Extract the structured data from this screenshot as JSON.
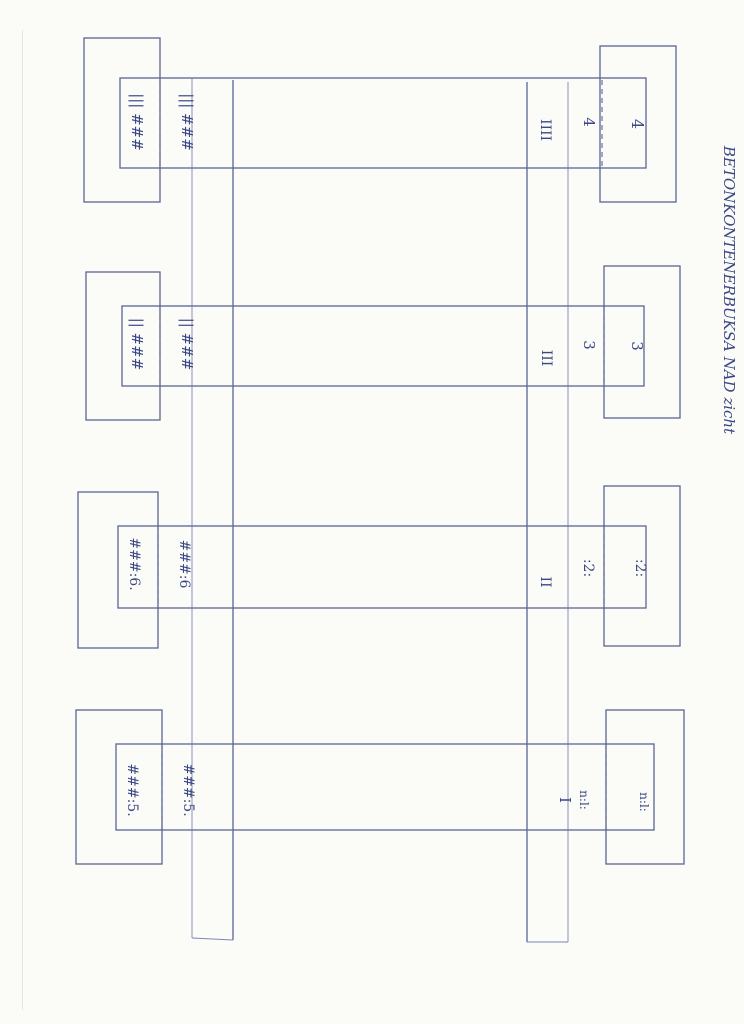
{
  "labels": {
    "t1_left": "||| ###",
    "t1_right": "||| ###",
    "t2_left": "|| ###",
    "t2_right": "|| ###",
    "t3_left": "###:6.",
    "t3_right": "###:6",
    "t4_left": "###:5.",
    "t4_right": "###:5.",
    "b1_roman": "IIII",
    "b1_inner": "4",
    "b1_outer": "4",
    "b2_roman": "III",
    "b2_inner": "3",
    "b2_outer": "3",
    "b3_roman": "II",
    "b3_inner": ":2:",
    "b3_outer": ":2:",
    "b4_roman": "I",
    "b4_inner": "n:l:",
    "b4_outer": "n:l:"
  },
  "caption": "BETONKONTENERBUKSA NAD zicht",
  "colors": {
    "ink": "#3b4785",
    "line": "#5a6596",
    "paper": "#fbfbf8"
  }
}
